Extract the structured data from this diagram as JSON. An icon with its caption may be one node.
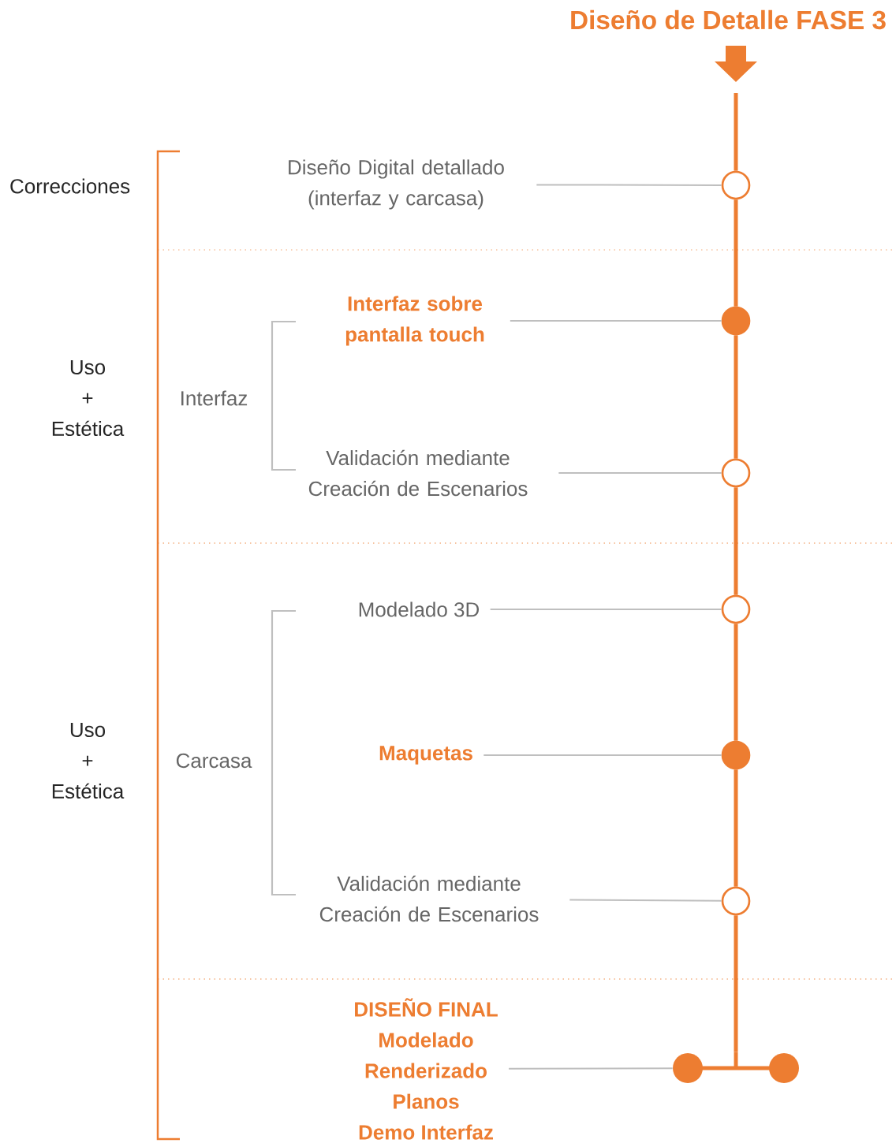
{
  "diagram": {
    "title": "Diseño de Detalle FASE 3",
    "nodes": [
      {
        "text": [
          "Diseño Digital detallado (interfaz y carcasa)"
        ]
      },
      {
        "text": [],
        "shape": "circle"
      },
      {
        "text": [
          "Interfaz sobre pantalla touch"
        ]
      },
      {
        "text": [],
        "shape": "circle"
      },
      {
        "text": [
          "Validación mediante Creación de Escenarios"
        ]
      },
      {
        "text": [],
        "shape": "circle"
      },
      {
        "text": [
          "Modelado 3D"
        ]
      },
      {
        "text": [],
        "shape": "circle"
      },
      {
        "text": [
          "Maquetas"
        ]
      },
      {
        "text": [],
        "shape": "circle"
      },
      {
        "text": [
          "Validación mediante Creación de Escenarios"
        ]
      },
      {
        "text": [],
        "shape": "circle"
      },
      {
        "text": [
          "DISEÑO FINAL",
          "Modelado",
          "Renderizado",
          "Planos",
          "Demo Interfaz"
        ]
      },
      {
        "text": [],
        "shape": "bar"
      }
    ],
    "edges": [
      {
        "from": 0,
        "to": 1,
        "arrow": "none"
      },
      {
        "from": 2,
        "to": 3,
        "arrow": "none"
      },
      {
        "from": 4,
        "to": 5,
        "arrow": "none"
      },
      {
        "from": 6,
        "to": 7,
        "arrow": "none"
      },
      {
        "from": 8,
        "to": 9,
        "arrow": "none"
      },
      {
        "from": 10,
        "to": 11,
        "arrow": "none"
      },
      {
        "from": 12,
        "to": 13,
        "arrow": "none"
      },
      {
        "from": null,
        "to": 1,
        "arrow": "none",
        "style": "thick",
        "color": "#ed7d31"
      },
      {
        "from": 1,
        "to": 3,
        "arrow": "none",
        "style": "thick",
        "color": "#ed7d31"
      },
      {
        "from": 3,
        "to": 5,
        "arrow": "none",
        "style": "thick",
        "color": "#ed7d31"
      },
      {
        "from": 5,
        "to": 7,
        "arrow": "none",
        "style": "thick",
        "color": "#ed7d31"
      },
      {
        "from": 7,
        "to": 9,
        "arrow": "none",
        "style": "thick",
        "color": "#ed7d31"
      },
      {
        "from": 9,
        "to": 11,
        "arrow": "none",
        "style": "thick",
        "color": "#ed7d31"
      },
      {
        "from": 11,
        "to": 13,
        "arrow": "none",
        "style": "thick",
        "color": "#ed7d31"
      }
    ],
    "labels": [
      "Correcciones",
      "Uso + Estética",
      "Interfaz",
      "Uso + Estética",
      "Carcasa"
    ]
  }
}
